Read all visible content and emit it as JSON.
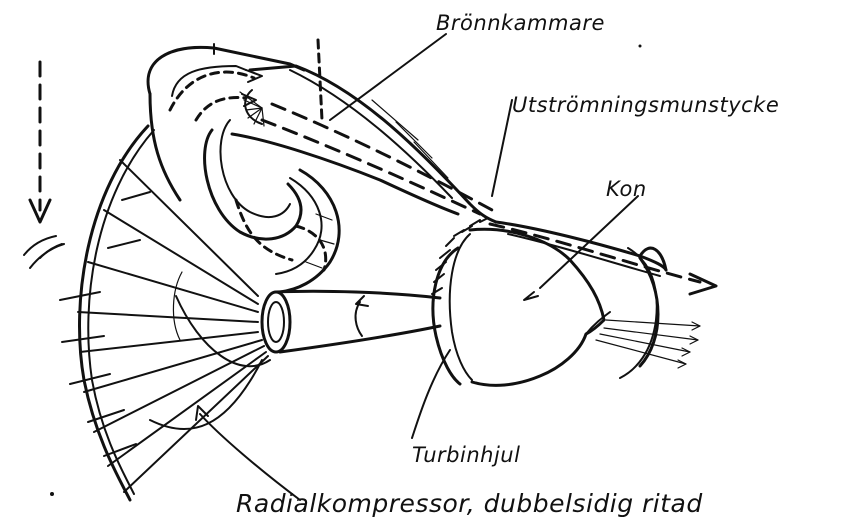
{
  "diagram": {
    "labels": {
      "combustion_chamber": "Brönnkammare",
      "exhaust_nozzle": "Utströmningsmunstycke",
      "cone": "Kon",
      "turbine_wheel": "Turbinhjul",
      "radial_compressor": "Radialkompressor, dubbelsidig ritad"
    },
    "colors": {
      "ink": "#111111",
      "background": "#ffffff"
    }
  }
}
